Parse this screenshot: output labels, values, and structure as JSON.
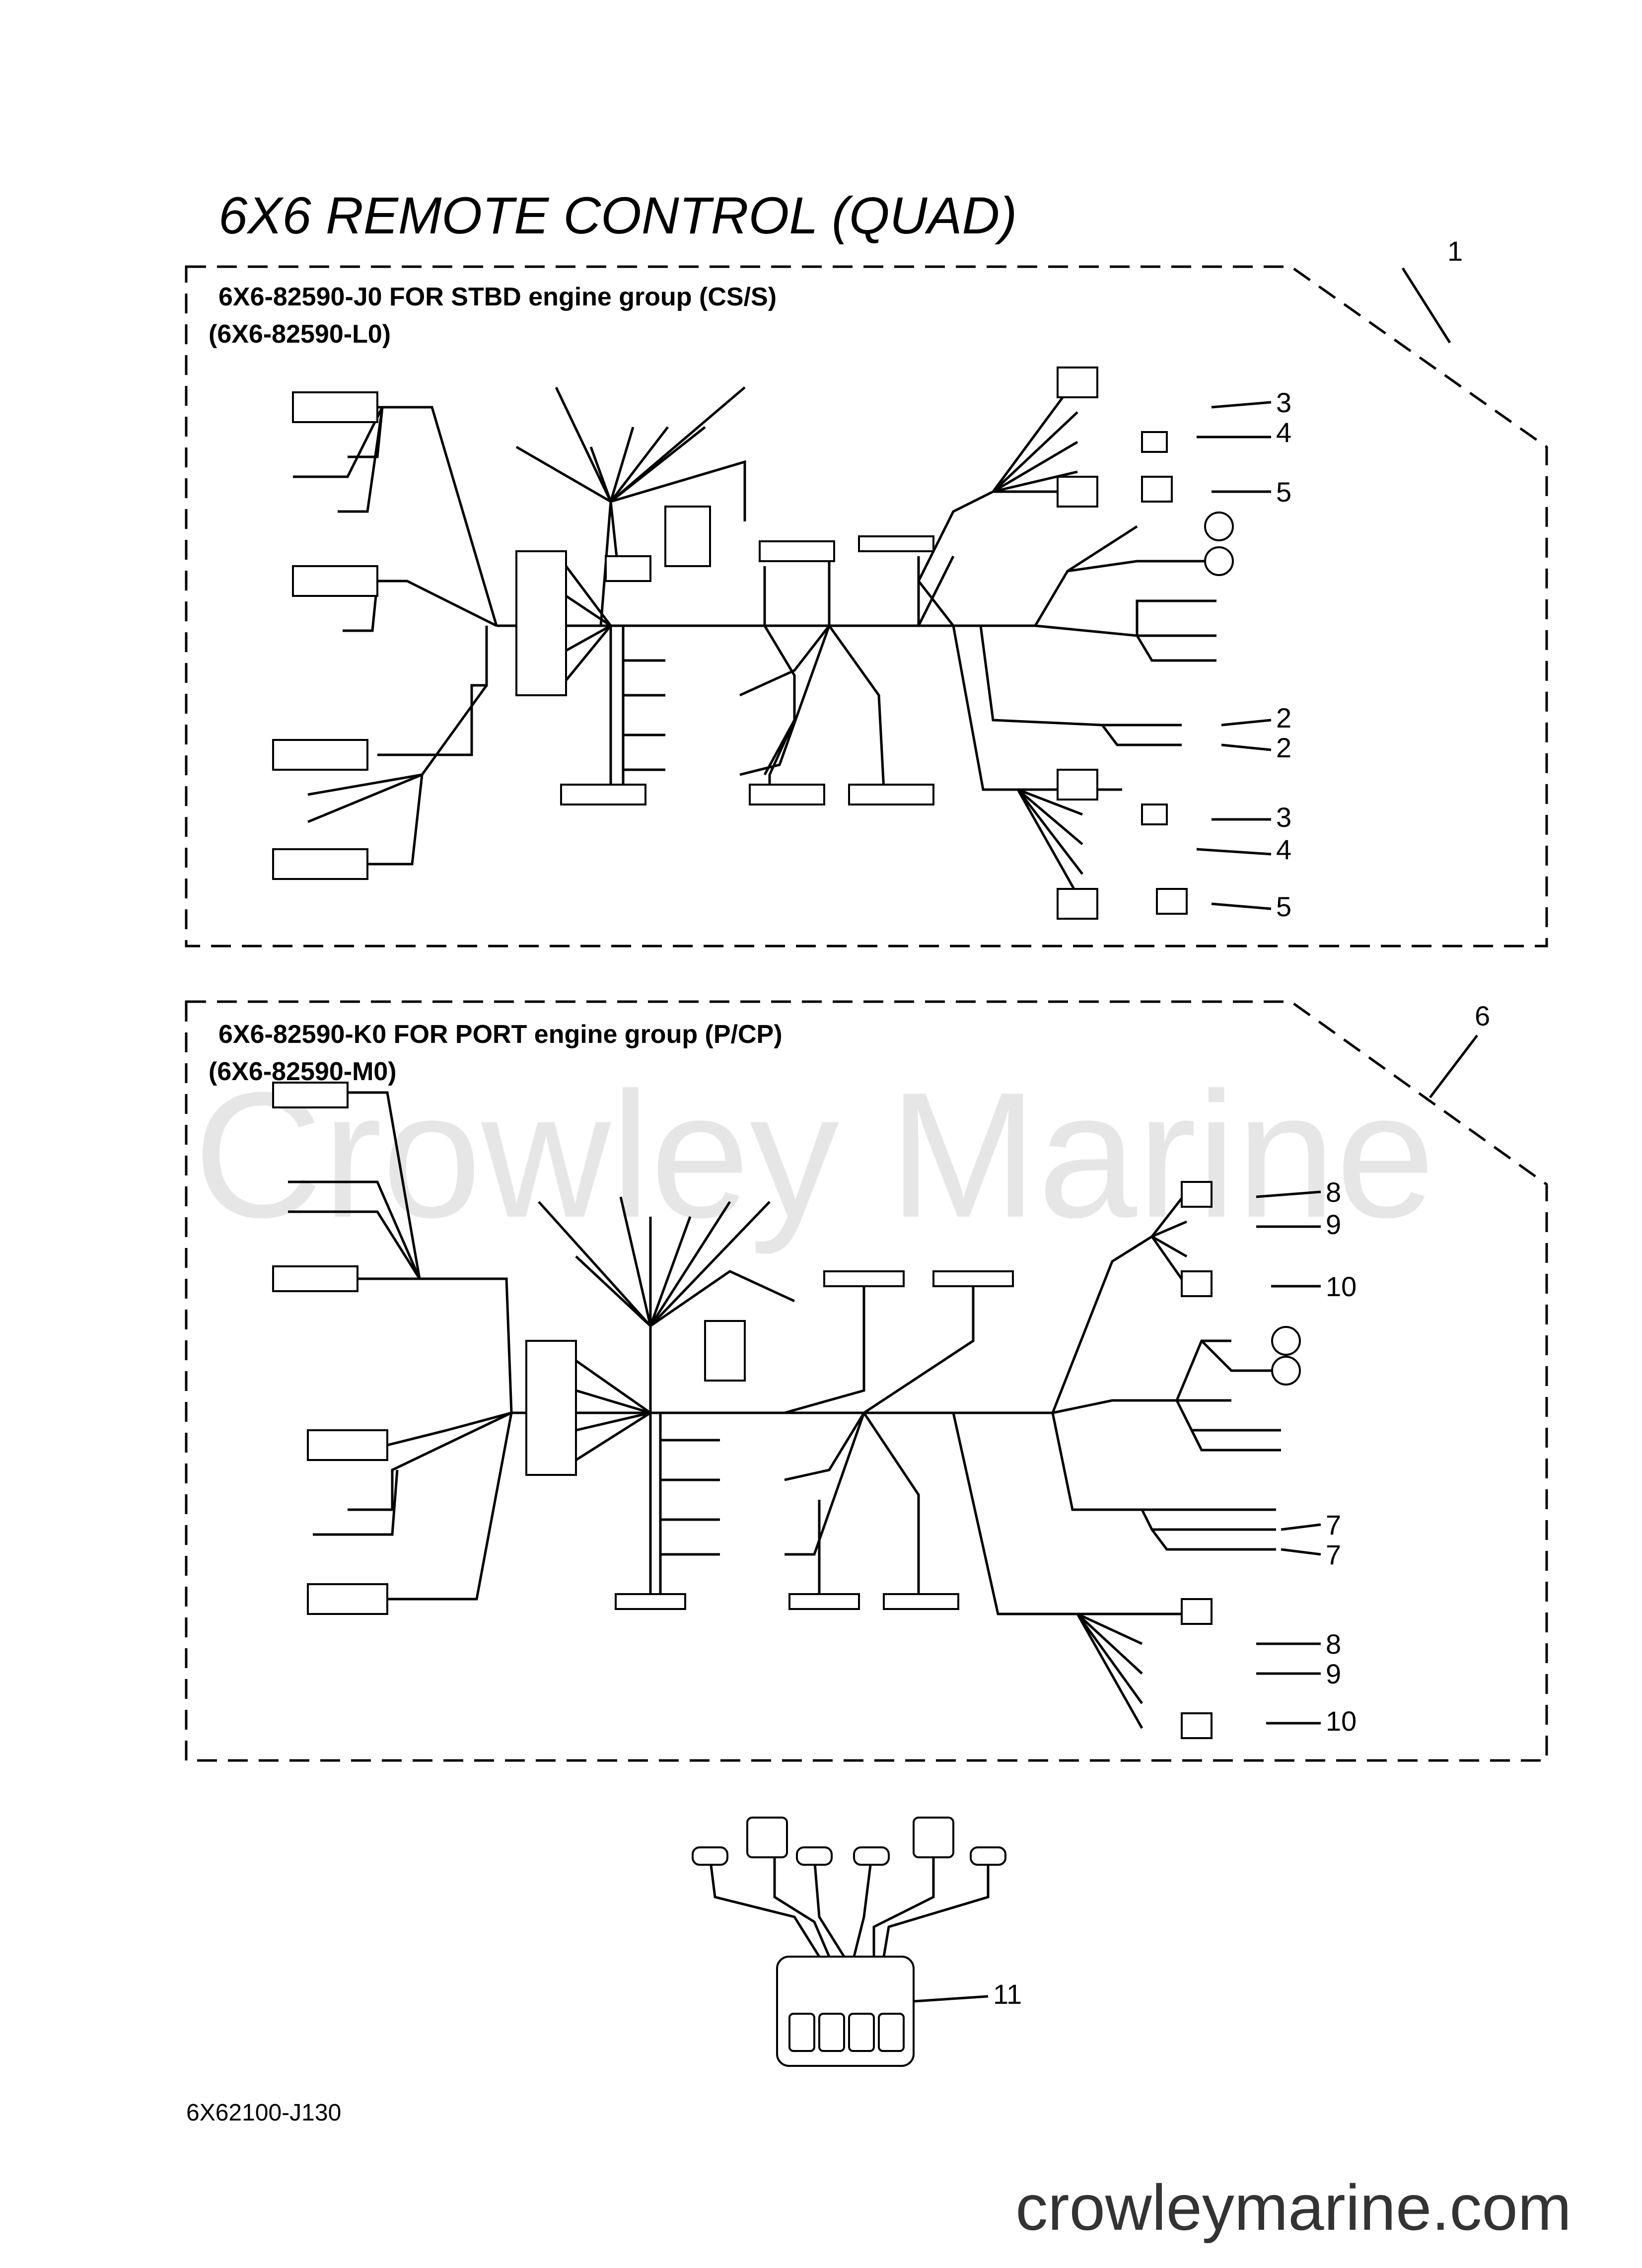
{
  "title": "6X6 REMOTE CONTROL (QUAD)",
  "groups": [
    {
      "item": "1",
      "heading": "6X6-82590-J0  FOR  STBD engine group (CS/S)",
      "alt_part": "(6X6-82590-L0)",
      "callouts": [
        "3",
        "4",
        "5",
        "2",
        "2",
        "3",
        "4",
        "5"
      ]
    },
    {
      "item": "6",
      "heading": "6X6-82590-K0  FOR  PORT engine group (P/CP)",
      "alt_part": "(6X6-82590-M0)",
      "callouts": [
        "8",
        "9",
        "10",
        "7",
        "7",
        "8",
        "9",
        "10"
      ]
    }
  ],
  "panel": {
    "item": "11"
  },
  "diagram_code": "6X62100-J130",
  "watermark": "Crowley Marine",
  "footer_url": "crowleymarine.com"
}
